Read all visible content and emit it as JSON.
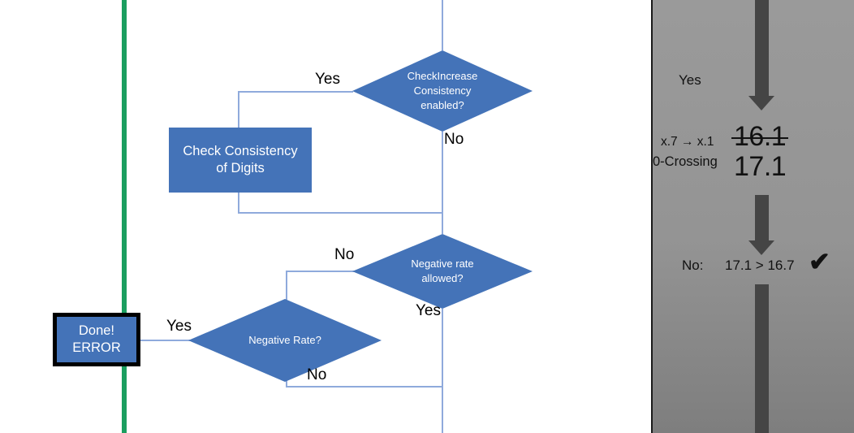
{
  "colors": {
    "shape_blue": "#4473B8",
    "connector_blue": "#8FAADC",
    "divider_green": "#1B9E5F",
    "panel_gray": "#949494",
    "arrow_gray": "#454545",
    "text_dark": "#111111"
  },
  "flowchart": {
    "decisions": [
      {
        "id": "check-increase-consistency",
        "lines": [
          "CheckIncrease",
          "Consistency",
          "enabled?"
        ]
      },
      {
        "id": "negative-rate-allowed",
        "lines": [
          "Negative rate",
          "allowed?"
        ]
      },
      {
        "id": "negative-rate",
        "lines": [
          "Negative Rate?"
        ]
      }
    ],
    "processes": [
      {
        "id": "check-consistency-of-digits",
        "lines": [
          "Check Consistency",
          "of Digits"
        ]
      },
      {
        "id": "done-error",
        "lines": [
          "Done!",
          "ERROR"
        ]
      }
    ],
    "edge_labels": {
      "yes_top": "Yes",
      "no_top": "No",
      "no_negative_rate_allowed": "No",
      "yes_negative_rate_allowed": "Yes",
      "yes_done": "Yes",
      "no_negative_rate": "No"
    }
  },
  "right_panel": {
    "yes_label": "Yes",
    "transition_label": "x.7 → x.1",
    "zero_crossing_label": "0-Crossing",
    "value_struck": "16.1",
    "value_current": "17.1",
    "no_label": "No:",
    "comparison": "17.1 > 16.7",
    "check_mark": "✔"
  }
}
